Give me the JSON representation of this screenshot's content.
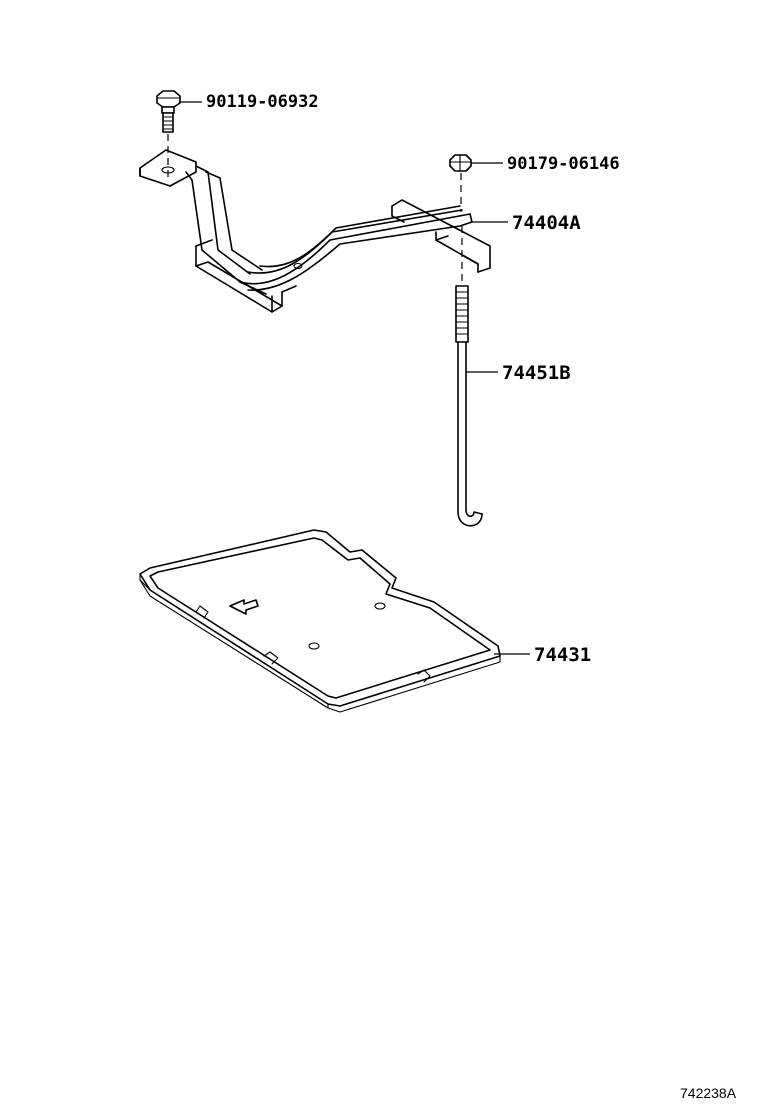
{
  "parts": [
    {
      "id": "bolt",
      "number": "90119-06932"
    },
    {
      "id": "nut",
      "number": "90179-06146"
    },
    {
      "id": "clamp",
      "number": "74404A"
    },
    {
      "id": "rod",
      "number": "74451B"
    },
    {
      "id": "tray",
      "number": "74431"
    }
  ],
  "figure_code": "742238A"
}
